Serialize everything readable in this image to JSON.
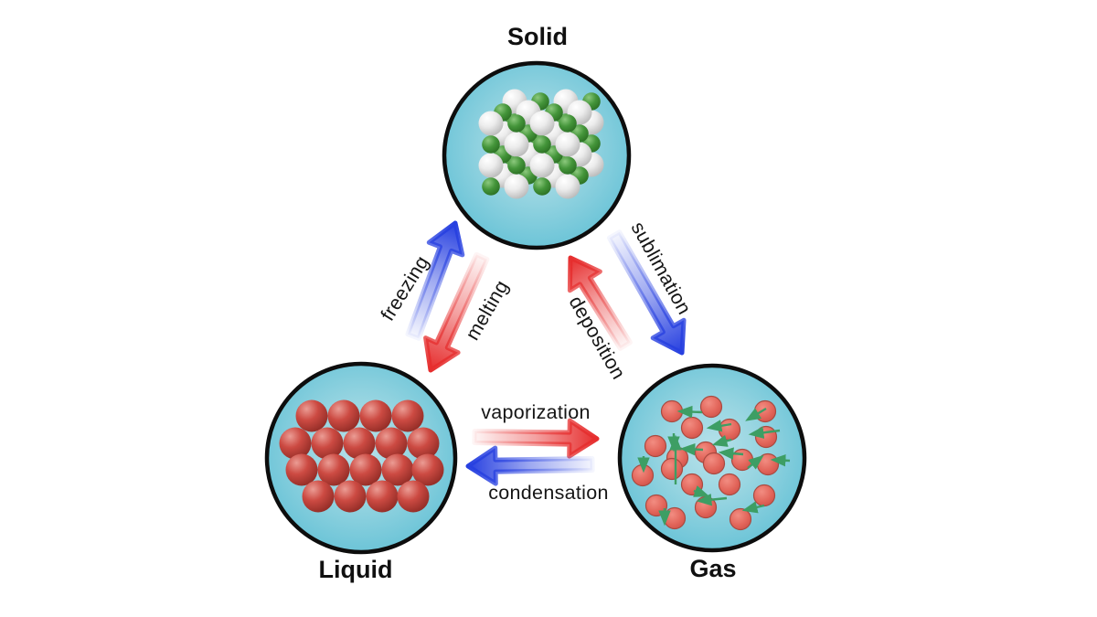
{
  "diagram": {
    "states": [
      {
        "label": "Solid",
        "depiction": "white and green spheres packed in a fixed cubic lattice"
      },
      {
        "label": "Liquid",
        "depiction": "red spheres closely packed in loose rows"
      },
      {
        "label": "Gas",
        "depiction": "red spheres spread apart with green motion arrows"
      }
    ],
    "transitions": [
      {
        "label": "freezing",
        "from": "liquid",
        "to": "solid",
        "arrow_color": "#2740e0"
      },
      {
        "label": "melting",
        "from": "solid",
        "to": "liquid",
        "arrow_color": "#e62e2e"
      },
      {
        "label": "sublimation",
        "from": "solid",
        "to": "gas",
        "arrow_color": "#2740e0"
      },
      {
        "label": "deposition",
        "from": "gas",
        "to": "solid",
        "arrow_color": "#e62e2e"
      },
      {
        "label": "vaporization",
        "from": "liquid",
        "to": "gas",
        "arrow_color": "#e62e2e"
      },
      {
        "label": "condensation",
        "from": "gas",
        "to": "liquid",
        "arrow_color": "#2740e0"
      }
    ],
    "colors": {
      "background": "#ffffff",
      "circle_fill_center": "#b7e1ea",
      "circle_fill_edge": "#66c2d6",
      "circle_border": "#0d0d0d",
      "solid_particle_white": "#e6e6e6",
      "solid_particle_green": "#3f8f33",
      "liquid_particle_red": "#c2413a",
      "gas_particle_red": "#e0655b",
      "gas_motion_arrow_green": "#3d9e64",
      "arrow_red": "#e62e2e",
      "arrow_blue": "#2740e0",
      "label_text": "#101010"
    }
  }
}
